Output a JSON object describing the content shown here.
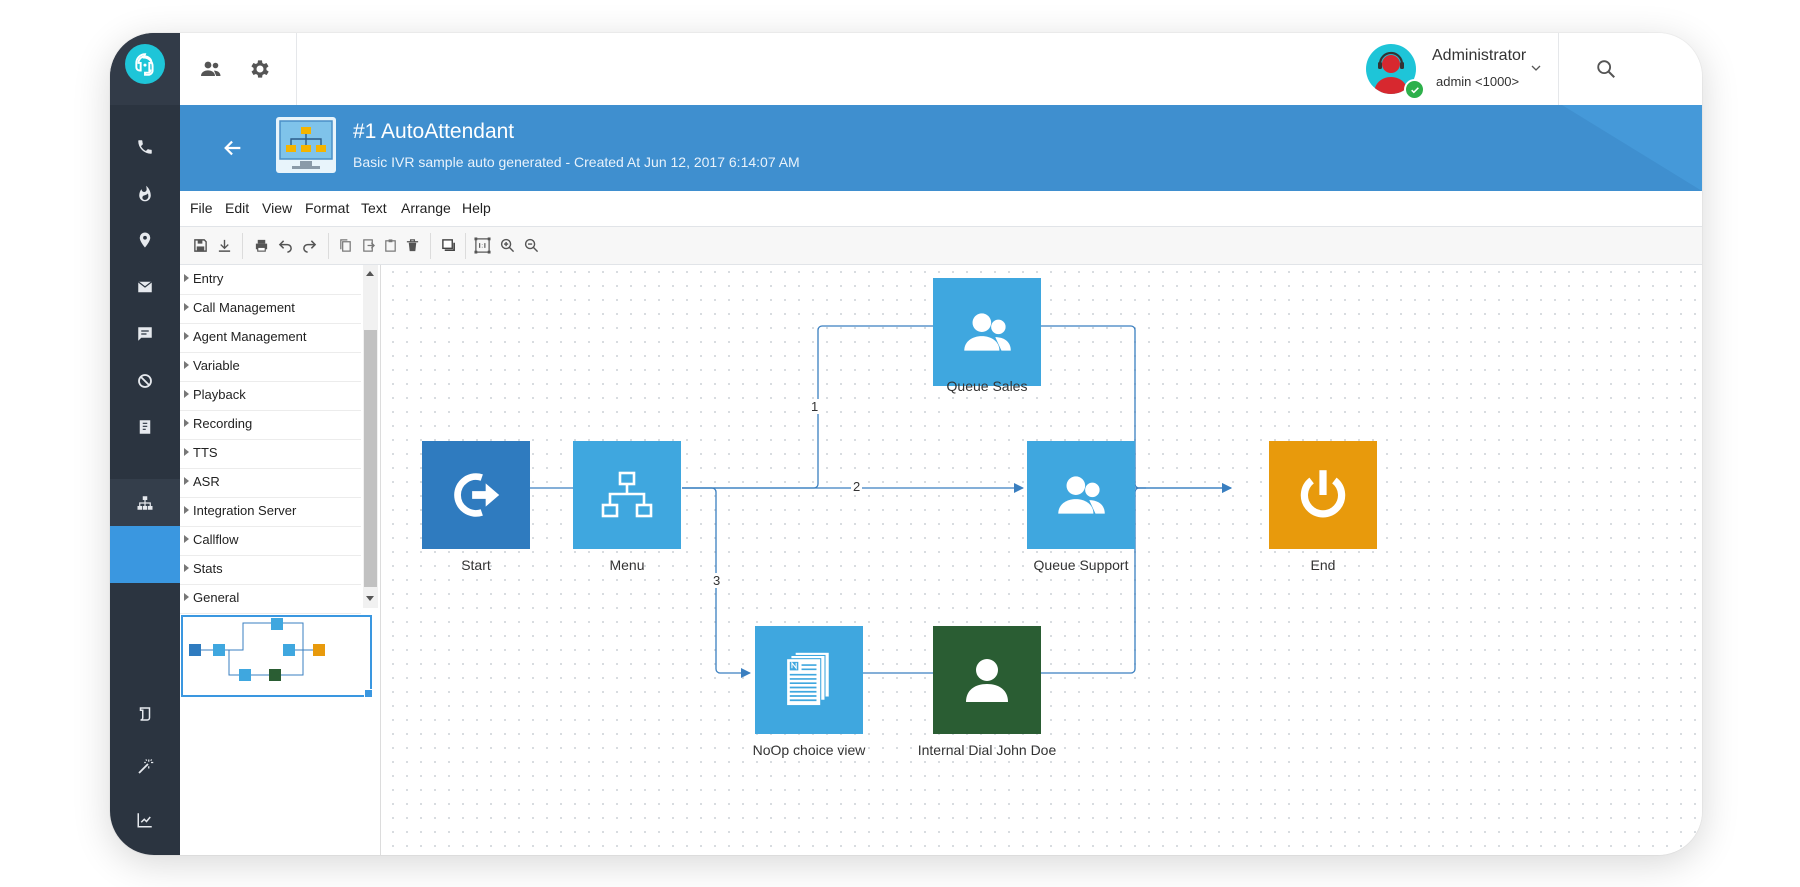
{
  "header": {
    "user_name": "Administrator",
    "user_sub": "admin <1000>"
  },
  "banner": {
    "title": "#1 AutoAttendant",
    "subtitle": "Basic IVR sample auto generated - Created At Jun 12, 2017 6:14:07 AM"
  },
  "menu": [
    "File",
    "Edit",
    "View",
    "Format",
    "Text",
    "Arrange",
    "Help"
  ],
  "palette": [
    "Entry",
    "Call Management",
    "Agent Management",
    "Variable",
    "Playback",
    "Recording",
    "TTS",
    "ASR",
    "Integration Server",
    "Callflow",
    "Stats",
    "General"
  ],
  "nodes": {
    "start": "Start",
    "menu": "Menu",
    "queue_sales": "Queue Sales",
    "queue_support": "Queue Support",
    "end": "End",
    "noop": "NoOp choice view",
    "internal_dial": "Internal Dial John Doe"
  },
  "edges": {
    "e1": "1",
    "e2": "2",
    "e3": "3"
  },
  "colors": {
    "sidebar": "#2b3440",
    "accent": "#3a97e0",
    "banner": "#3f8fcf",
    "node_start": "#2f7bbf",
    "node_blue": "#3fa7df",
    "node_end": "#e89a0c",
    "node_green": "#2a5d33",
    "edge": "#3a7fc0"
  },
  "icons": {
    "logo": "headset-icon",
    "nav": [
      "phone-icon",
      "fire-icon",
      "location-icon",
      "mail-icon",
      "chat-icon",
      "block-icon",
      "book-icon",
      "sitemap-icon",
      "scroll-icon",
      "magic-wand-icon",
      "chart-line-icon"
    ],
    "topbar": [
      "users-icon",
      "gear-icon",
      "search-icon"
    ]
  }
}
